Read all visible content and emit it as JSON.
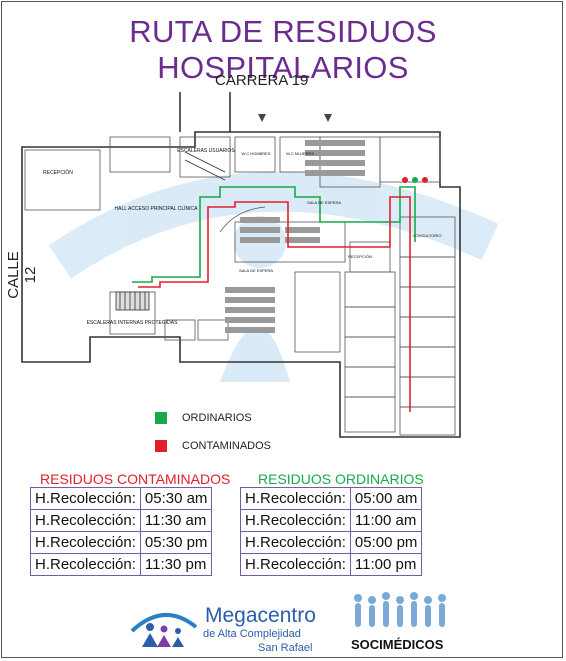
{
  "title": "RUTA DE RESIDUOS HOSPITALARIOS",
  "streets": {
    "top": "CARRERA 19",
    "left": "CALLE 12"
  },
  "rooms": {
    "recepcion": "RECEPCIÓN",
    "recepcion2": "RECEPCIÓN",
    "escaleras_usuarios": "ESCALERAS USUARIOS",
    "hall": "HALL ACCESO PRINCIPAL CLÍNICA",
    "escaleras_internas": "ESCALERAS INTERNAS PROTEGIDAS",
    "sala_espera": "SALA DE ESPERA",
    "sala_espera2": "SALA DE ESPERA",
    "consultorio": "CONSULTORIO",
    "wc_hombres": "W.C HOMBRES",
    "wc_mujeres": "W.C MUJERES"
  },
  "legend": [
    {
      "label": "ORDINARIOS",
      "color": "#1aa84a"
    },
    {
      "label": "CONTAMINADOS",
      "color": "#e0212b"
    }
  ],
  "route_colors": {
    "ordinarios": "#1aa84a",
    "contaminados": "#e0212b"
  },
  "schedules": {
    "contaminados": {
      "heading": "RESIDUOS CONTAMINADOS",
      "color": "#e0212b",
      "rows": [
        {
          "label": "H.Recolección:",
          "time": "05:30 am"
        },
        {
          "label": "H.Recolección:",
          "time": "11:30 am"
        },
        {
          "label": "H.Recolección:",
          "time": "05:30 pm"
        },
        {
          "label": "H.Recolección:",
          "time": "11:30 pm"
        }
      ]
    },
    "ordinarios": {
      "heading": "RESIDUOS ORDINARIOS",
      "color": "#1aa84a",
      "rows": [
        {
          "label": "H.Recolección:",
          "time": "05:00 am"
        },
        {
          "label": "H.Recolección:",
          "time": "11:00 am"
        },
        {
          "label": "H.Recolección:",
          "time": "05:00 pm"
        },
        {
          "label": "H.Recolección:",
          "time": "11:00 pm"
        }
      ]
    }
  },
  "logos": {
    "megacentro": {
      "name": "Megacentro",
      "sub": "de Alta Complejidad",
      "sub2": "San Rafael"
    },
    "socimedicos": {
      "name": "SOCIMÉDICOS"
    }
  }
}
